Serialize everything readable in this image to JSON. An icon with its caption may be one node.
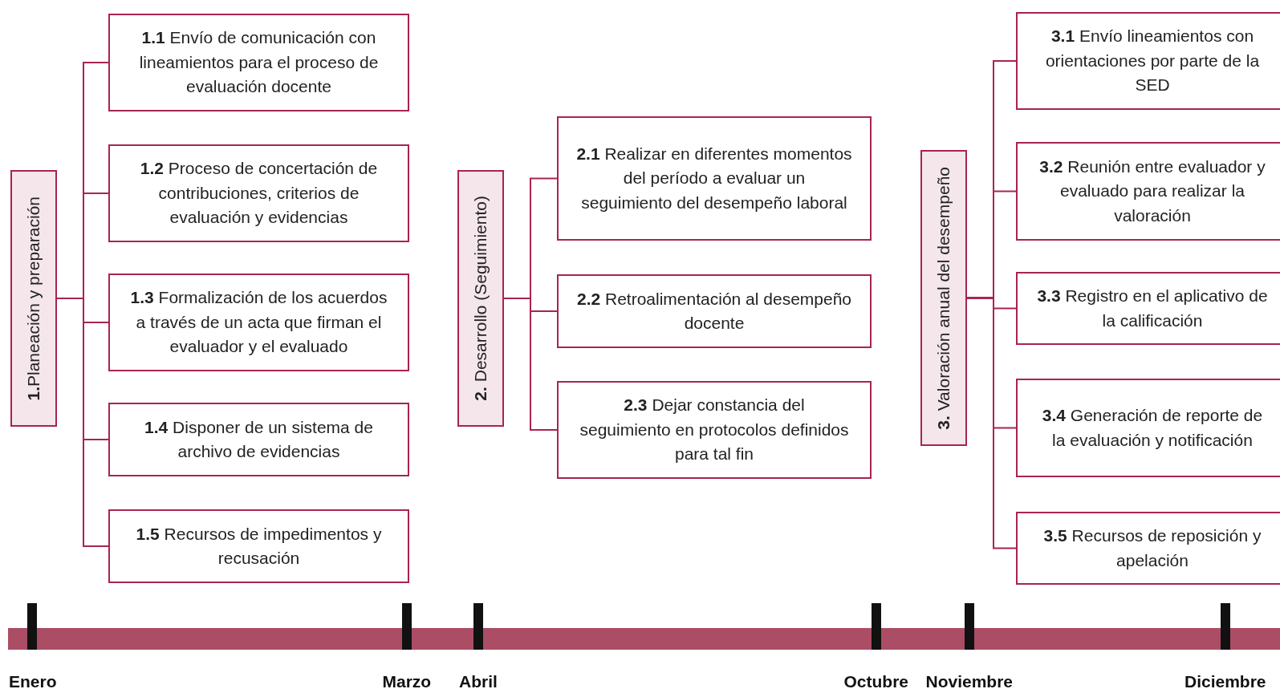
{
  "diagram": {
    "nodes": [
      {
        "text": [
          "**1.**Planeación y preparación"
        ]
      },
      {
        "text": [
          "**1.1** Envío de comunicación con lineamientos para el proceso de evaluación docente"
        ]
      },
      {
        "text": [
          "**1.2** Proceso de concertación de contribuciones, criterios de evaluación y evidencias"
        ]
      },
      {
        "text": [
          "**1.3** Formalización de los acuerdos a través de un acta que firman el evaluador y el evaluado"
        ]
      },
      {
        "text": [
          "**1.4** Disponer de un sistema de archivo de evidencias"
        ]
      },
      {
        "text": [
          "**1.5** Recursos de impedimentos y recusación"
        ]
      },
      {
        "text": [
          "**2.** Desarrollo (Seguimiento)"
        ]
      },
      {
        "text": [
          "**2.1** Realizar en diferentes momentos del período a evaluar un seguimiento del desempeño laboral"
        ]
      },
      {
        "text": [
          "**2.2** Retroalimentación al desempeño docente"
        ]
      },
      {
        "text": [
          "**2.3** Dejar constancia del seguimiento en protocolos definidos para tal fin"
        ]
      },
      {
        "text": [
          "**3.** Valoración anual del desempeño"
        ]
      },
      {
        "text": [
          "**3.1** Envío lineamientos con orientaciones por parte de la SED"
        ]
      },
      {
        "text": [
          "**3.2** Reunión entre evaluador y evaluado para realizar la valoración"
        ]
      },
      {
        "text": [
          "**3.3** Registro en el aplicativo de la calificación"
        ]
      },
      {
        "text": [
          "**3.4** Generación de reporte de la evaluación y notificación"
        ]
      },
      {
        "text": [
          "**3.5** Recursos de reposición y apelación"
        ]
      }
    ],
    "edges": [
      {
        "from": 0,
        "to": 1,
        "arrow": "none"
      },
      {
        "from": 0,
        "to": 2,
        "arrow": "none"
      },
      {
        "from": 0,
        "to": 3,
        "arrow": "none"
      },
      {
        "from": 0,
        "to": 4,
        "arrow": "none"
      },
      {
        "from": 0,
        "to": 5,
        "arrow": "none"
      },
      {
        "from": 6,
        "to": 7,
        "arrow": "none"
      },
      {
        "from": 6,
        "to": 8,
        "arrow": "none"
      },
      {
        "from": 6,
        "to": 9,
        "arrow": "none"
      },
      {
        "from": 10,
        "to": 11,
        "arrow": "none"
      },
      {
        "from": 10,
        "to": 12,
        "arrow": "none"
      },
      {
        "from": 10,
        "to": 13,
        "arrow": "none"
      },
      {
        "from": 10,
        "to": 14,
        "arrow": "none"
      },
      {
        "from": 10,
        "to": 15,
        "arrow": "none"
      }
    ],
    "labels": [
      "Enero",
      "Marzo",
      "Abril",
      "Octubre",
      "Noviembre",
      "Diciembre"
    ]
  }
}
